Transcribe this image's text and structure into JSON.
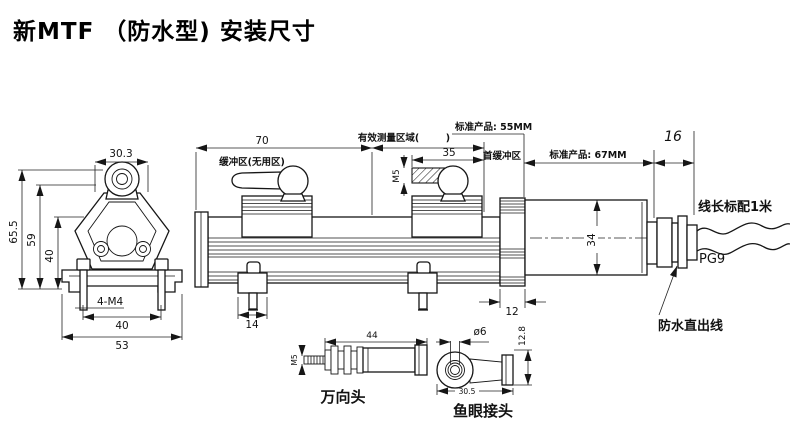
{
  "title": "新MTF （防水型) 安装尺寸",
  "front_view": {
    "dim_width_top": "30.3",
    "dim_height_total": "65.5",
    "dim_height_body": "59",
    "dim_height_inner": "40",
    "thread_callout": "4-M4",
    "dim_bolt_spacing": "40",
    "dim_base_width": "53"
  },
  "side_view": {
    "dim_buffer_left": "70",
    "label_buffer_left": "缓冲区(无用区)",
    "label_measuring_range": "有效测量区域(        )",
    "note_standard_55": "标准产品: 55MM",
    "label_front_buffer": "首缓冲区",
    "dim_probe": "35",
    "thread_m5": "M5",
    "note_standard_67": "标准产品: 67MM",
    "dim_gland": "16",
    "dim_collar": "12",
    "dim_clamp": "14",
    "dim_body_dia": "34",
    "note_cable_length": "线长标配1米",
    "label_pg9": "PG9",
    "label_cable_exit": "防水直出线"
  },
  "universal_head": {
    "label": "万向头",
    "dim_length": "44",
    "thread": "M5"
  },
  "fisheye_joint": {
    "label": "鱼眼接头",
    "dim_hole": "ø6",
    "dim_height": "12.8",
    "dim_length": "30.5"
  }
}
